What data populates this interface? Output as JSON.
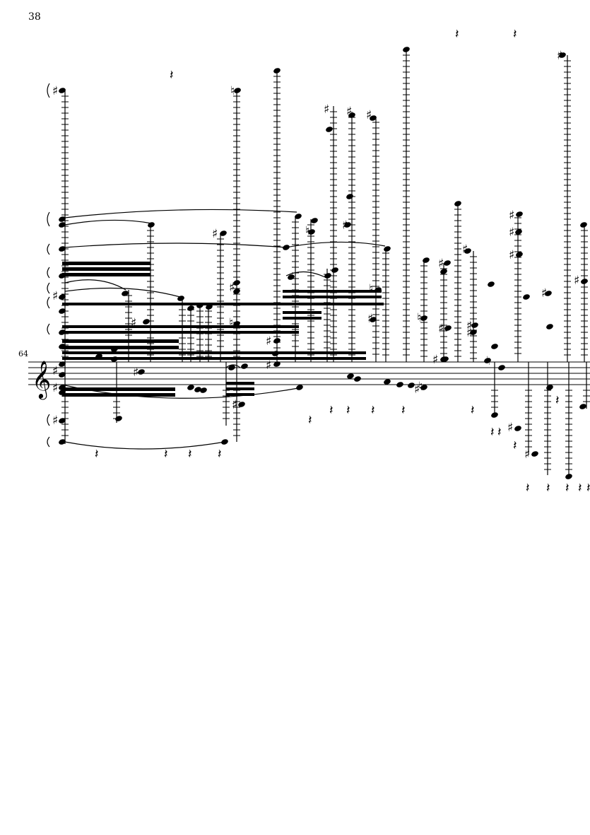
{
  "page": {
    "number": "38"
  },
  "system": {
    "measure_number": "64",
    "clef": "treble"
  }
}
